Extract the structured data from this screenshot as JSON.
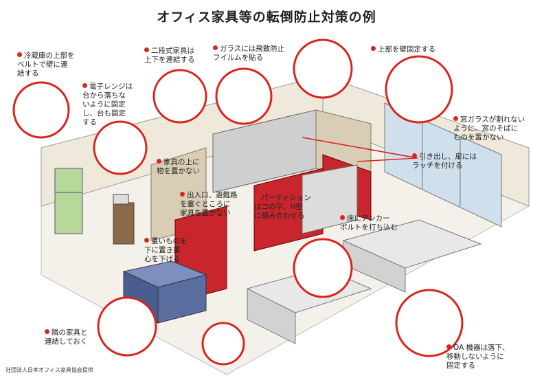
{
  "title": "オフィス家具等の転倒防止対策の例",
  "credit": "社団法人日本オフィス家具協会提供",
  "colors": {
    "accent": "#d8261f",
    "partition": "#c8262c",
    "wall": "#efe9dc",
    "floor": "#f4f1ea",
    "furniture": "#cfcfcf",
    "window": "#cfe0ec",
    "cabinet_blue": "#5a6fa0",
    "fridge": "#b7d89a"
  },
  "labels": [
    {
      "id": "fridge",
      "text": "冷蔵庫の上部を\nベルトで壁に連\n結する"
    },
    {
      "id": "microwave",
      "text": "電子レンジは\n台から落ちな\nいように固定\nし、台も固定\nする"
    },
    {
      "id": "two-tier",
      "text": "二段式家具は\n上下を連結する"
    },
    {
      "id": "glass-film",
      "text": "ガラスには飛散防止\nフイルムを貼る"
    },
    {
      "id": "wall-fix",
      "text": "上部を壁固定する"
    },
    {
      "id": "window",
      "text": "窓ガラスが割れない\nように、窓のそばに\nものを置かない"
    },
    {
      "id": "latch",
      "text": "引き出し、扉には\nラッチを付ける"
    },
    {
      "id": "no-top",
      "text": "家具の上に\n物を置かない"
    },
    {
      "id": "exit",
      "text": "出入口、避難路\nを塞ぐところに\n家具を置かない"
    },
    {
      "id": "partition",
      "text": "パーティション\nはコの字、H型\nに組み合わせる"
    },
    {
      "id": "anchor",
      "text": "床にアンカー\nボルトを打ち込む"
    },
    {
      "id": "heavy",
      "text": "重いものを\n下に置き重\n心を下げる"
    },
    {
      "id": "connect",
      "text": "隣の家具と\n連結しておく"
    },
    {
      "id": "oa",
      "text": "OA 機器は落下、\n移動しないように\n固定する"
    }
  ]
}
